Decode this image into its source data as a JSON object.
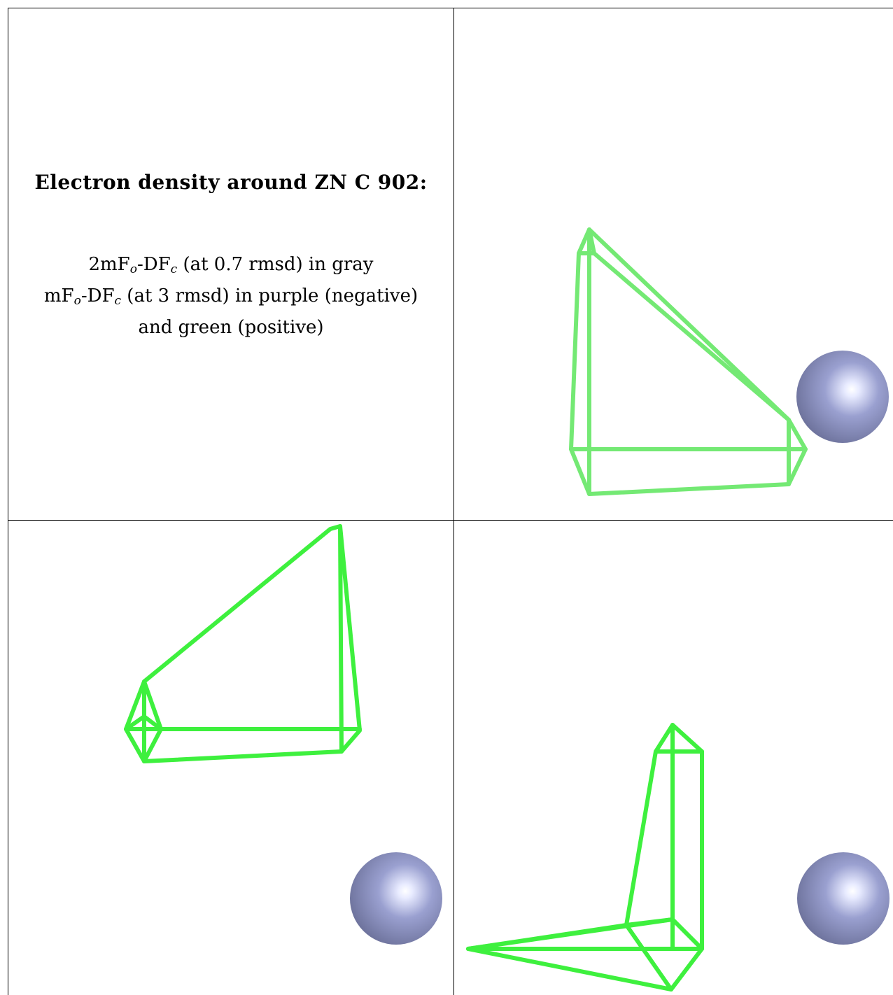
{
  "panel": {
    "title": "Electron density around ZN C 902:",
    "line1": {
      "a": "2mF",
      "sub1": "o",
      "b": "-DF",
      "sub2": "c",
      "rest": " (at 0.7 rmsd) in gray"
    },
    "line2": {
      "a": "mF",
      "sub1": "o",
      "b": "-DF",
      "sub2": "c",
      "rest": " (at 3 rmsd) in purple (negative)"
    },
    "line3": "and green (positive)"
  },
  "colors": {
    "positive_density": "#3ef03e",
    "positive_density_faded": "#6de86d",
    "zinc_atom": "#8d93c4",
    "grid_line": "#000000"
  },
  "views": [
    {
      "name": "view-top-right",
      "atom": "zinc-sphere"
    },
    {
      "name": "view-bottom-left",
      "atom": "zinc-sphere"
    },
    {
      "name": "view-bottom-right",
      "atom": "zinc-sphere"
    }
  ]
}
